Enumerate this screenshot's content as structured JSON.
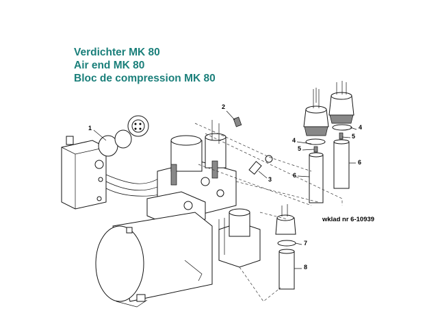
{
  "titles": [
    "Verdichter MK 80",
    "Air end MK 80",
    "Bloc de compression MK 80"
  ],
  "note": "wklad nr 6-10939",
  "callouts": [
    "1",
    "2",
    "3",
    "4",
    "4",
    "5",
    "5",
    "6",
    "6",
    "7",
    "8"
  ],
  "colors": {
    "title": "#1a7f7a"
  }
}
